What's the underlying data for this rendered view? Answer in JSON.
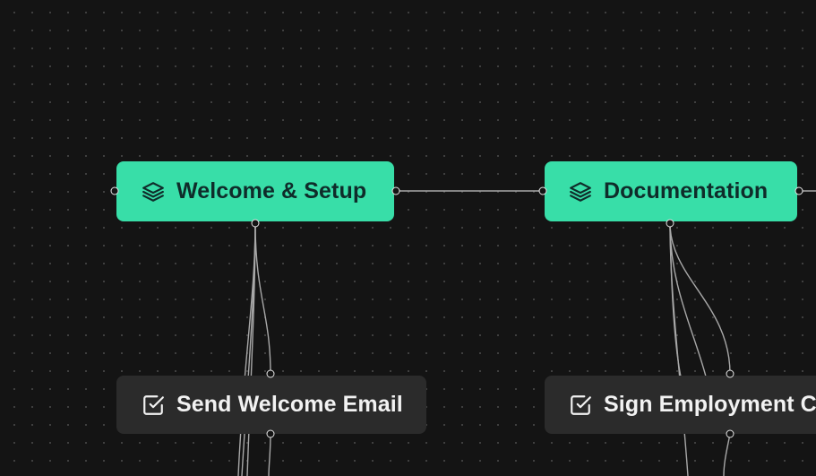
{
  "nodes": {
    "welcome_setup": {
      "label": "Welcome & Setup",
      "icon": "layers-icon",
      "kind": "phase"
    },
    "documentation": {
      "label": "Documentation",
      "icon": "layers-icon",
      "kind": "phase"
    },
    "send_welcome_email": {
      "label": "Send Welcome Email",
      "icon": "checkbox-icon",
      "kind": "task"
    },
    "sign_employment": {
      "label": "Sign Employment C",
      "icon": "checkbox-icon",
      "kind": "task"
    }
  },
  "colors": {
    "canvas": "#141414",
    "grid_dot": "#4a4a4a",
    "phase_fill": "#38dea8",
    "phase_text": "#0f2c2a",
    "task_fill": "#2b2b2b",
    "task_text": "#f2f2f2",
    "edge": "#a8a8a8"
  }
}
